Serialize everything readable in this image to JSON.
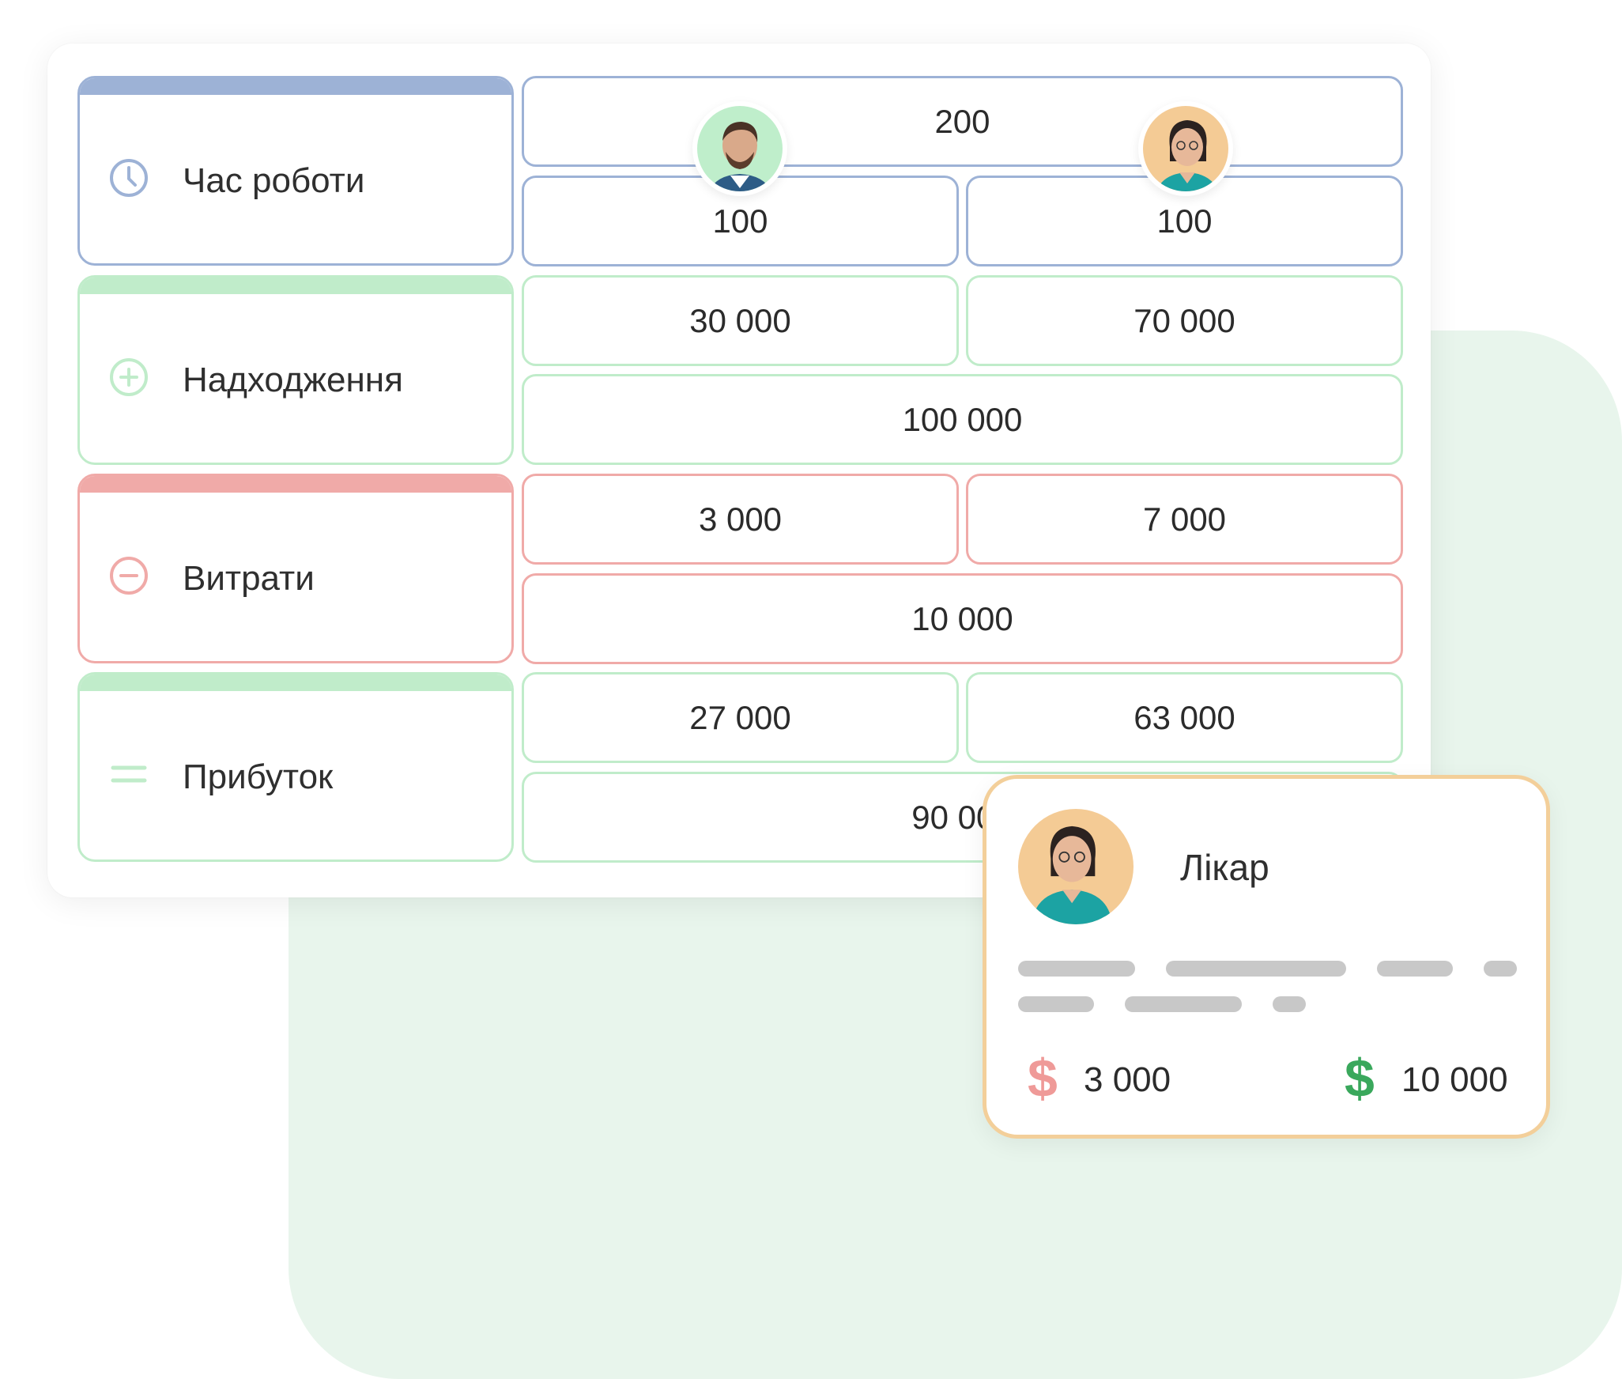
{
  "rows": {
    "work_time": {
      "label": "Час роботи",
      "total": "200",
      "left": "100",
      "right": "100",
      "icon": "clock-icon"
    },
    "income": {
      "label": "Надходження",
      "left": "30 000",
      "right": "70 000",
      "total": "100 000",
      "icon": "plus-circle-icon"
    },
    "expenses": {
      "label": "Витрати",
      "left": "3 000",
      "right": "7 000",
      "total": "10 000",
      "icon": "minus-circle-icon"
    },
    "profit": {
      "label": "Прибуток",
      "left": "27 000",
      "right": "63 000",
      "total": "90 000",
      "icon": "equals-icon"
    }
  },
  "colors": {
    "blue": "#9db2d6",
    "green": "#c0ecca",
    "red": "#f0aaa8",
    "orange": "#f3cf9a",
    "green_dollar": "#3aa85c",
    "red_dollar": "#ef9a98",
    "background_tint": "#e8f5ec"
  },
  "doctor_card": {
    "title": "Лікар",
    "expense": "3 000",
    "income": "10 000",
    "expense_symbol": "$",
    "income_symbol": "$"
  }
}
